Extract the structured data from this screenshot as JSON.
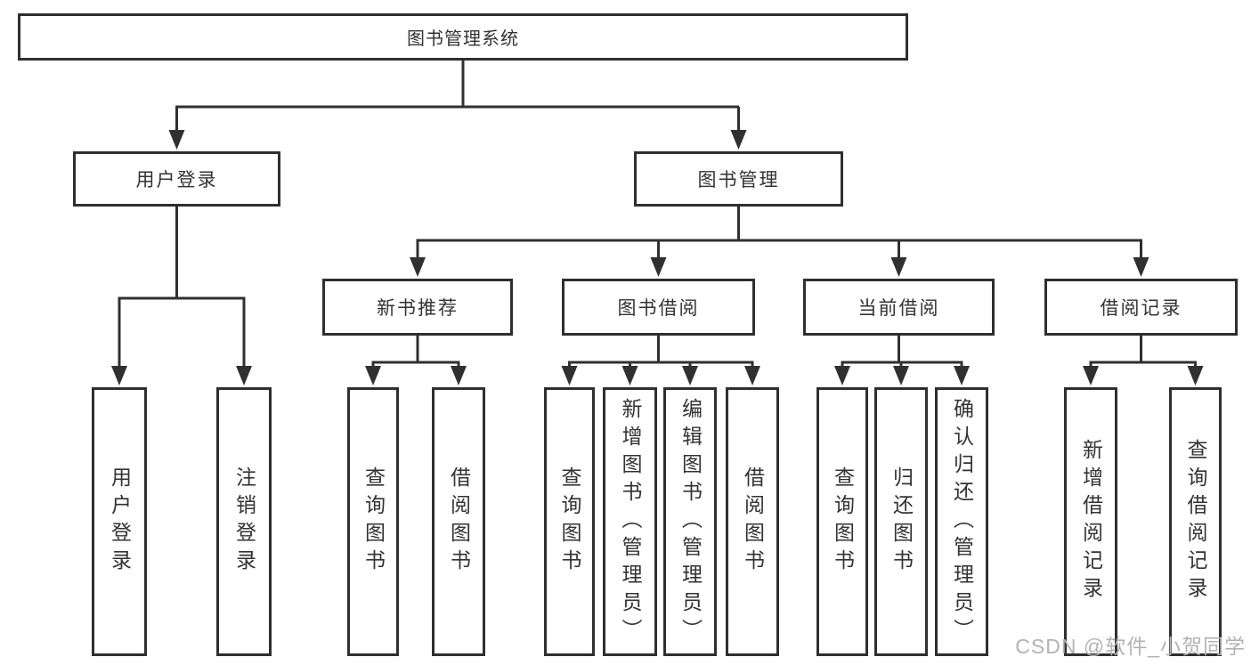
{
  "diagram_title": "图书管理系统",
  "tree": {
    "label": "图书管理系统",
    "children": [
      {
        "label": "用户登录",
        "children": [
          {
            "label": "用户登录"
          },
          {
            "label": "注销登录"
          }
        ]
      },
      {
        "label": "图书管理",
        "children": [
          {
            "label": "新书推荐",
            "children": [
              {
                "label": "查询图书"
              },
              {
                "label": "借阅图书"
              }
            ]
          },
          {
            "label": "图书借阅",
            "children": [
              {
                "label": "查询图书"
              },
              {
                "label": "新增图书（管理员）"
              },
              {
                "label": "编辑图书（管理员）"
              },
              {
                "label": "借阅图书"
              }
            ]
          },
          {
            "label": "当前借阅",
            "children": [
              {
                "label": "查询图书"
              },
              {
                "label": "归还图书"
              },
              {
                "label": "确认归还（管理员）"
              }
            ]
          },
          {
            "label": "借阅记录",
            "children": [
              {
                "label": "新增借阅记录"
              },
              {
                "label": "查询借阅记录"
              }
            ]
          }
        ]
      }
    ]
  },
  "watermark": "CSDN @软件_小贺同学",
  "colors": {
    "line": "#303030",
    "box_border": "#2f2f2f",
    "text": "#333333",
    "watermark": "#b3b3b3",
    "background": "#ffffff"
  }
}
